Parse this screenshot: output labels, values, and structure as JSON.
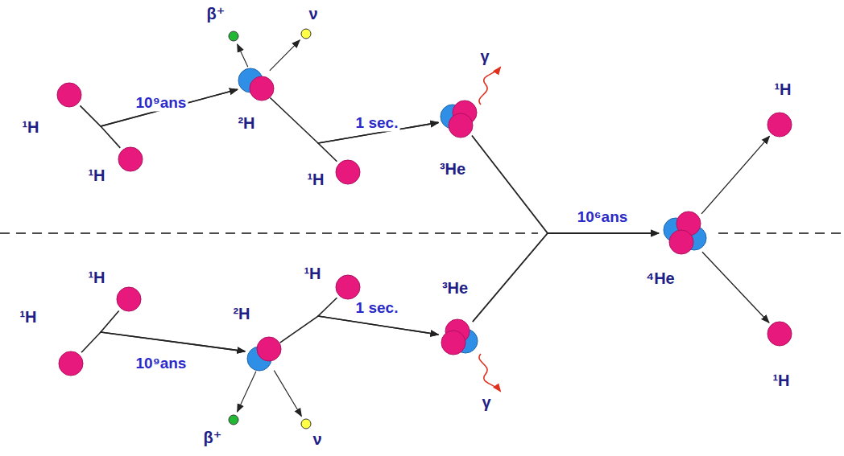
{
  "diagram": {
    "nodes": [
      {
        "text": [
          "¹H"
        ]
      },
      {
        "text": [
          "¹H"
        ]
      },
      {
        "text": [
          "²H"
        ]
      },
      {
        "text": [
          "β⁺"
        ]
      },
      {
        "text": [
          "ν"
        ]
      },
      {
        "text": [
          "¹H"
        ]
      },
      {
        "text": [
          "³He"
        ]
      },
      {
        "text": [
          "¹H"
        ]
      },
      {
        "text": [
          "¹H"
        ]
      },
      {
        "text": [
          "²H"
        ]
      },
      {
        "text": [
          "¹H"
        ]
      },
      {
        "text": [
          "β⁺"
        ]
      },
      {
        "text": [
          "ν"
        ]
      },
      {
        "text": [
          "³He"
        ]
      },
      {
        "text": [
          "⁴He"
        ]
      },
      {
        "text": [
          "¹H"
        ]
      },
      {
        "text": [
          "¹H"
        ]
      }
    ],
    "edges": [
      {
        "from": 0,
        "to": 2,
        "label": "10⁹ans",
        "arrow": "to"
      },
      {
        "from": 1,
        "to": 2,
        "arrow": "to"
      },
      {
        "from": 2,
        "to": 3,
        "arrow": "to"
      },
      {
        "from": 2,
        "to": 4,
        "arrow": "to"
      },
      {
        "from": 2,
        "to": 6,
        "label": "1 sec.",
        "arrow": "to"
      },
      {
        "from": 5,
        "to": 6,
        "arrow": "to"
      },
      {
        "from": 7,
        "to": 9,
        "label": "10⁹ans",
        "arrow": "to"
      },
      {
        "from": 8,
        "to": 9,
        "arrow": "to"
      },
      {
        "from": 9,
        "to": 11,
        "arrow": "to"
      },
      {
        "from": 9,
        "to": 12,
        "arrow": "to"
      },
      {
        "from": 9,
        "to": 13,
        "label": "1 sec.",
        "arrow": "to"
      },
      {
        "from": 10,
        "to": 13,
        "arrow": "to"
      },
      {
        "from": 6,
        "to": 14,
        "label": "10⁶ans",
        "arrow": "to"
      },
      {
        "from": 13,
        "to": 14,
        "arrow": "to"
      },
      {
        "from": 14,
        "to": 15,
        "arrow": "to"
      },
      {
        "from": 14,
        "to": 16,
        "arrow": "to"
      }
    ],
    "labels": [
      "γ",
      "γ"
    ]
  }
}
